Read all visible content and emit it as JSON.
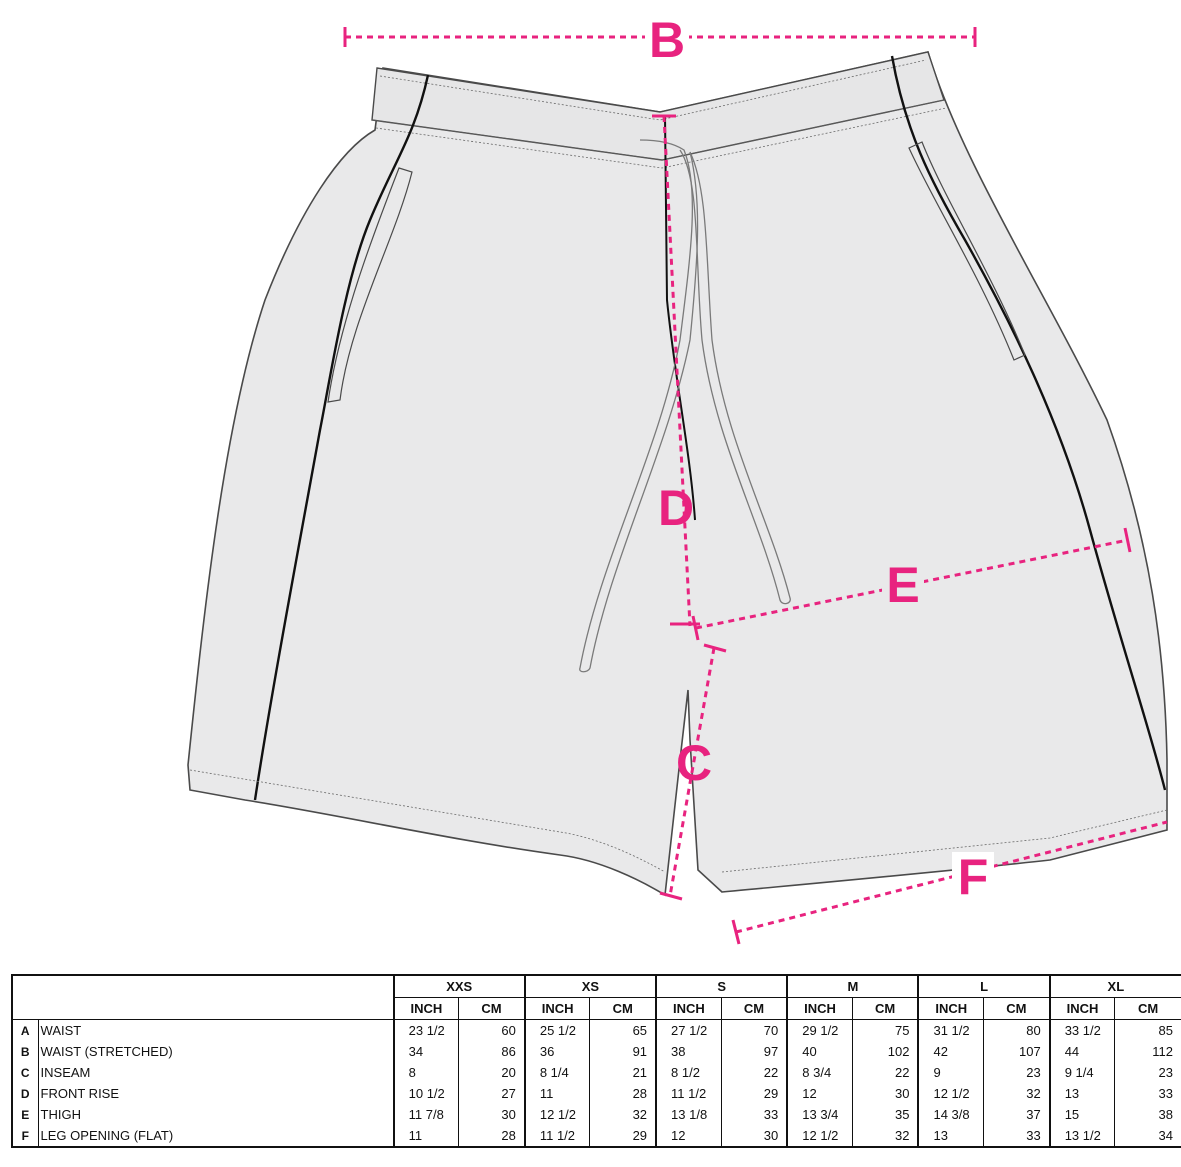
{
  "colors": {
    "accent": "#e8237f",
    "garment_fill": "#e9e9ea",
    "outline": "#4a4a4a",
    "stripe": "#111111"
  },
  "dimensions": {
    "b_label": "B",
    "d_label": "D",
    "e_label": "E",
    "c_label": "C",
    "f_label": "F"
  },
  "table": {
    "sizes": [
      "XXS",
      "XS",
      "S",
      "M",
      "L",
      "XL"
    ],
    "unit_inch": "INCH",
    "unit_cm": "CM",
    "rows": [
      {
        "key": "A",
        "name": "WAIST",
        "values": [
          "23 1/2",
          "60",
          "25 1/2",
          "65",
          "27 1/2",
          "70",
          "29 1/2",
          "75",
          "31 1/2",
          "80",
          "33 1/2",
          "85"
        ]
      },
      {
        "key": "B",
        "name": "WAIST (STRETCHED)",
        "values": [
          "34",
          "86",
          "36",
          "91",
          "38",
          "97",
          "40",
          "102",
          "42",
          "107",
          "44",
          "112"
        ]
      },
      {
        "key": "C",
        "name": "INSEAM",
        "values": [
          "8",
          "20",
          "8 1/4",
          "21",
          "8 1/2",
          "22",
          "8 3/4",
          "22",
          "9",
          "23",
          "9 1/4",
          "23"
        ]
      },
      {
        "key": "D",
        "name": "FRONT RISE",
        "values": [
          "10 1/2",
          "27",
          "11",
          "28",
          "11 1/2",
          "29",
          "12",
          "30",
          "12 1/2",
          "32",
          "13",
          "33"
        ]
      },
      {
        "key": "E",
        "name": "THIGH",
        "values": [
          "11 7/8",
          "30",
          "12 1/2",
          "32",
          "13 1/8",
          "33",
          "13 3/4",
          "35",
          "14 3/8",
          "37",
          "15",
          "38"
        ]
      },
      {
        "key": "F",
        "name": "LEG OPENING (FLAT)",
        "values": [
          "11",
          "28",
          "11 1/2",
          "29",
          "12",
          "30",
          "12 1/2",
          "32",
          "13",
          "33",
          "13 1/2",
          "34"
        ]
      }
    ]
  }
}
